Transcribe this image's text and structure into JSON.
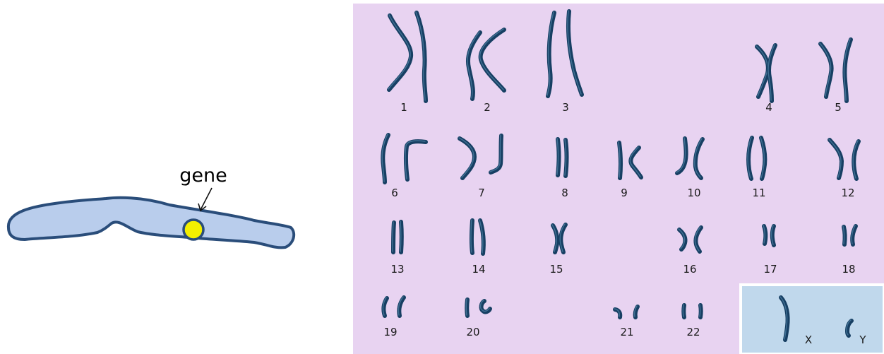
{
  "gene_diagram": {
    "label": "gene",
    "colors": {
      "chromosome_fill": "#b9cdec",
      "chromosome_stroke": "#2a4d7a",
      "gene_fill": "#f3ef00",
      "gene_stroke": "#2a4d7a"
    }
  },
  "karyotype": {
    "colors": {
      "panel_bg": "#e8d3f1",
      "chromatid": "#173f63",
      "chromatid_highlight": "#3f6f93",
      "sex_panel_bg": "#c0d8ec"
    },
    "autosomes": [
      {
        "label": "1"
      },
      {
        "label": "2"
      },
      {
        "label": "3"
      },
      {
        "label": "4"
      },
      {
        "label": "5"
      },
      {
        "label": "6"
      },
      {
        "label": "7"
      },
      {
        "label": "8"
      },
      {
        "label": "9"
      },
      {
        "label": "10"
      },
      {
        "label": "11"
      },
      {
        "label": "12"
      },
      {
        "label": "13"
      },
      {
        "label": "14"
      },
      {
        "label": "15"
      },
      {
        "label": "16"
      },
      {
        "label": "17"
      },
      {
        "label": "18"
      },
      {
        "label": "19"
      },
      {
        "label": "20"
      },
      {
        "label": "21"
      },
      {
        "label": "22"
      }
    ],
    "sex_chromosomes": [
      {
        "label": "X"
      },
      {
        "label": "Y"
      }
    ]
  }
}
